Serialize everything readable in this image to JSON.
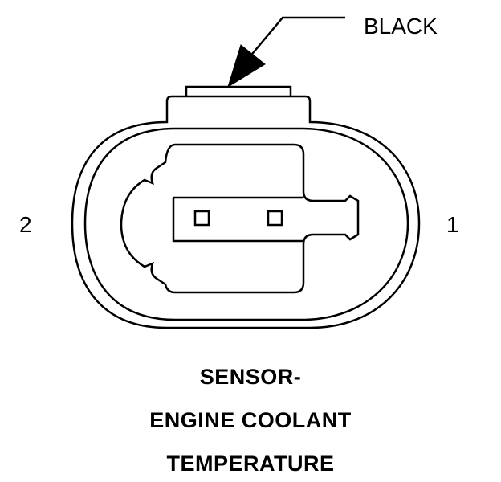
{
  "callout": {
    "label": "BLACK"
  },
  "pins": {
    "left_label": "2",
    "right_label": "1"
  },
  "caption": {
    "line1": "SENSOR-",
    "line2": "ENGINE COOLANT",
    "line3": "TEMPERATURE"
  },
  "colors": {
    "stroke": "#000000",
    "background": "#ffffff"
  }
}
